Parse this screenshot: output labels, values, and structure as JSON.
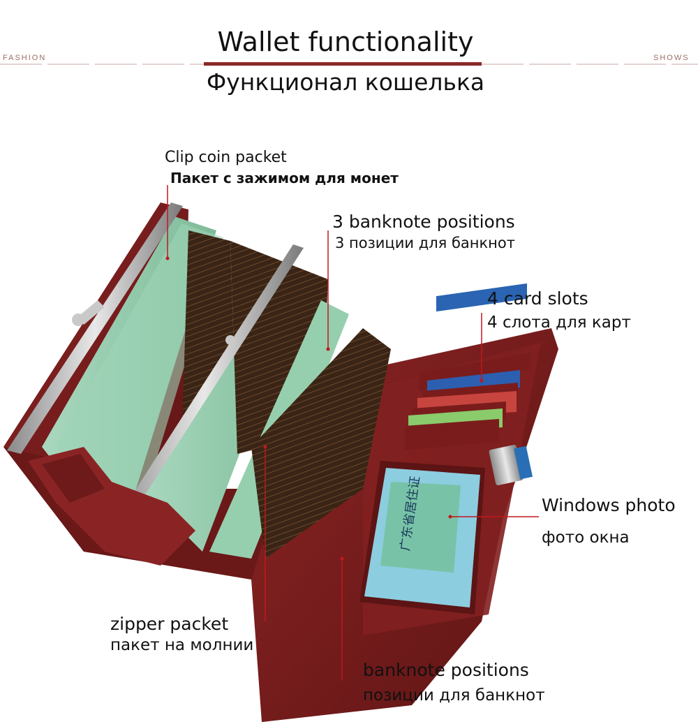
{
  "header": {
    "title_en": "Wallet functionality",
    "title_ru": "Функционал кошелька",
    "left_word": "FASHION",
    "right_word": "SHOWS"
  },
  "callouts": {
    "clip_coin": {
      "en": "Clip coin packet",
      "ru": "Пакет с зажимом для монет"
    },
    "banknote3": {
      "en": "3 banknote positions",
      "ru": "3 позиции для банкнот"
    },
    "card_slots": {
      "en": "4 card slots",
      "ru": "4 слота для карт"
    },
    "window_photo": {
      "en": "Windows photo",
      "ru": "фото окна"
    },
    "zipper": {
      "en": "zipper packet",
      "ru": "пакет на молнии"
    },
    "banknote": {
      "en": "banknote positions",
      "ru": "позиции для банкнот"
    }
  },
  "colors": {
    "leather": "#7d1f1f",
    "leather_dark": "#4e1010",
    "leader_line": "#c0181d",
    "header_line": "#8a2a2a",
    "banknote_green": "#8fc9a8"
  }
}
